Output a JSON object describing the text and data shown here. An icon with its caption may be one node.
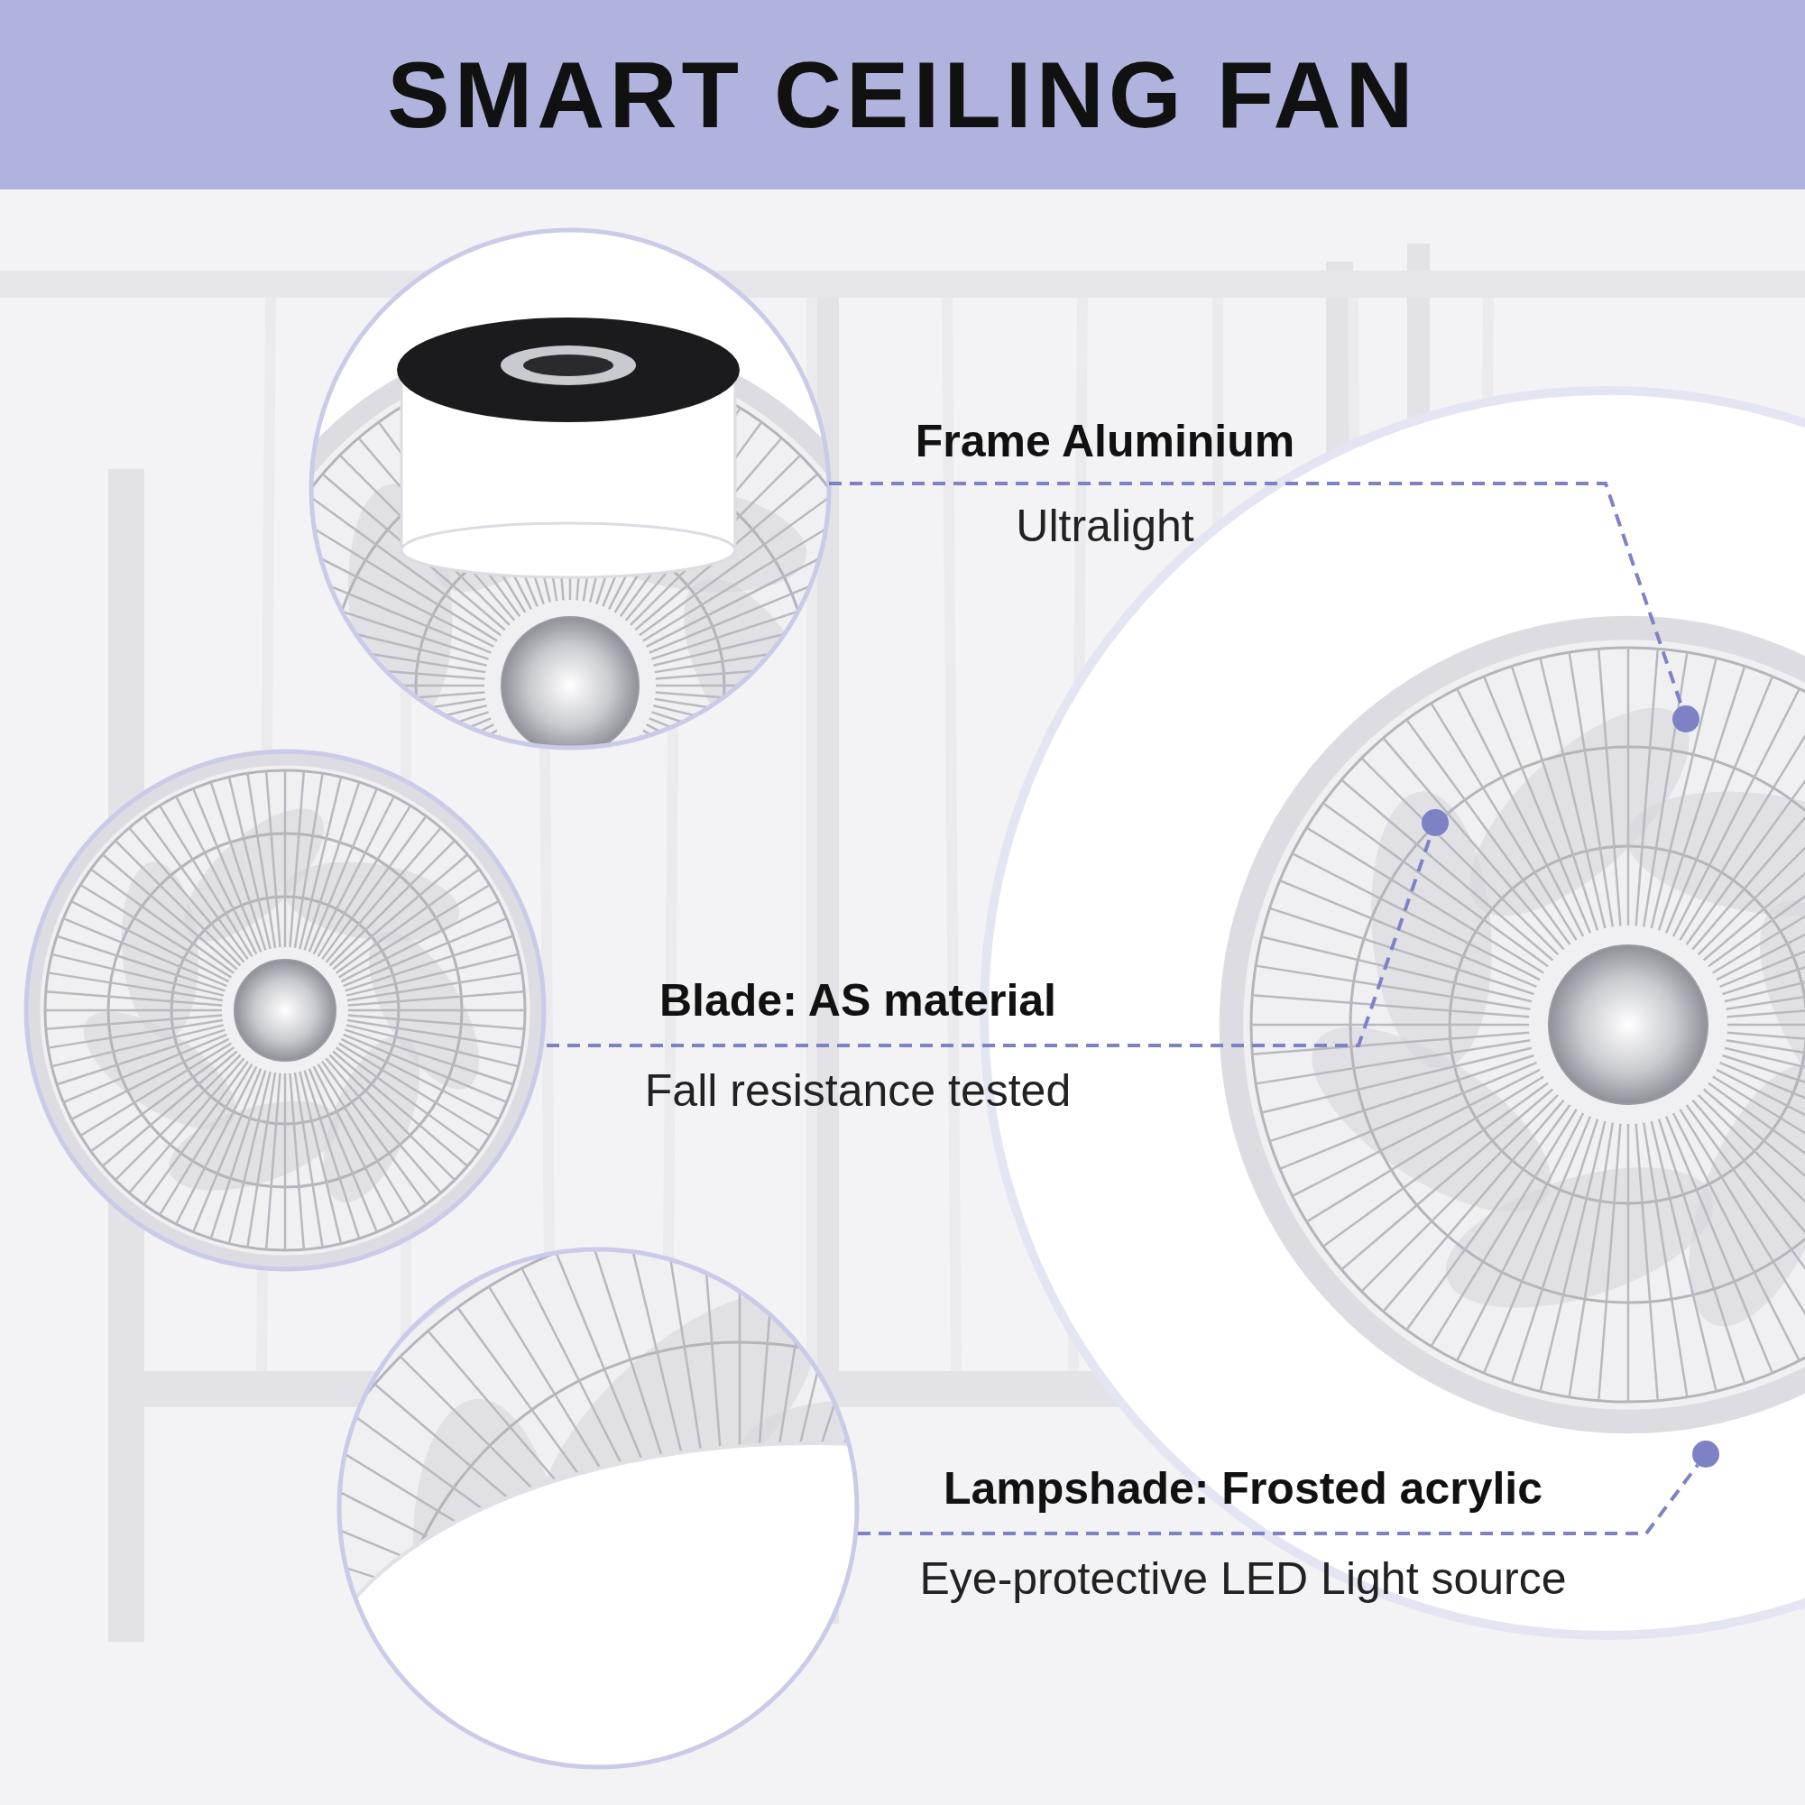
{
  "diagram": {
    "title": "SMART CEILING FAN",
    "nodes": [
      {
        "text": [
          "Frame Aluminium",
          "Ultralight"
        ]
      },
      {
        "text": [],
        "shape": "circle"
      },
      {
        "text": [
          "Blade: AS material",
          "Fall resistance tested"
        ]
      },
      {
        "text": [],
        "shape": "circle"
      },
      {
        "text": [
          "Lampshade: Frosted acrylic",
          "Eye-protective LED Light source"
        ]
      },
      {
        "text": [],
        "shape": "circle"
      }
    ],
    "edges": [
      {
        "from": 0,
        "to": 1,
        "arrow": "none",
        "style": "dashed"
      },
      {
        "from": 2,
        "to": 3,
        "arrow": "none",
        "style": "dashed"
      },
      {
        "from": 4,
        "to": 5,
        "arrow": "none",
        "style": "dashed"
      }
    ]
  }
}
